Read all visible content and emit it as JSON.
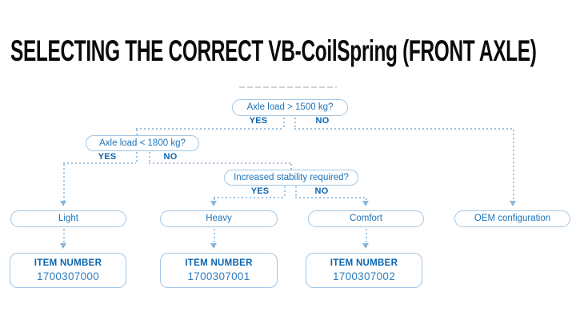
{
  "title": {
    "text": "SELECTING THE CORRECT VB-CoilSpring (FRONT AXLE)"
  },
  "colors": {
    "text_blue": "#1e73b8",
    "bold_blue": "#0c64ad",
    "border_blue": "#a3c6e4",
    "dash_blue": "#9ec3e2",
    "arrow_blue": "#8ab6da",
    "number_blue": "#2e7dbf",
    "title_black": "#0b0b0b",
    "entry_gray": "#d2d2d2"
  },
  "flowchart": {
    "questions": [
      {
        "label": "Axle load > 1500 kg?",
        "yes": "YES",
        "no": "NO"
      },
      {
        "label": "Axle load < 1800 kg?",
        "yes": "YES",
        "no": "NO"
      },
      {
        "label": "Increased stability required?",
        "yes": "YES",
        "no": "NO"
      }
    ],
    "outcomes": [
      {
        "label": "Light",
        "item_heading": "ITEM NUMBER",
        "item_number": "1700307000"
      },
      {
        "label": "Heavy",
        "item_heading": "ITEM NUMBER",
        "item_number": "1700307001"
      },
      {
        "label": "Comfort",
        "item_heading": "ITEM NUMBER",
        "item_number": "1700307002"
      },
      {
        "label": "OEM configuration"
      }
    ],
    "logic": {
      "q1_yes_goes_to": "Axle load < 1800 kg?",
      "q1_no_goes_to": "OEM configuration",
      "q2_yes_goes_to": "Light",
      "q2_no_goes_to": "Increased stability required?",
      "q3_yes_goes_to": "Heavy",
      "q3_no_goes_to": "Comfort"
    }
  }
}
